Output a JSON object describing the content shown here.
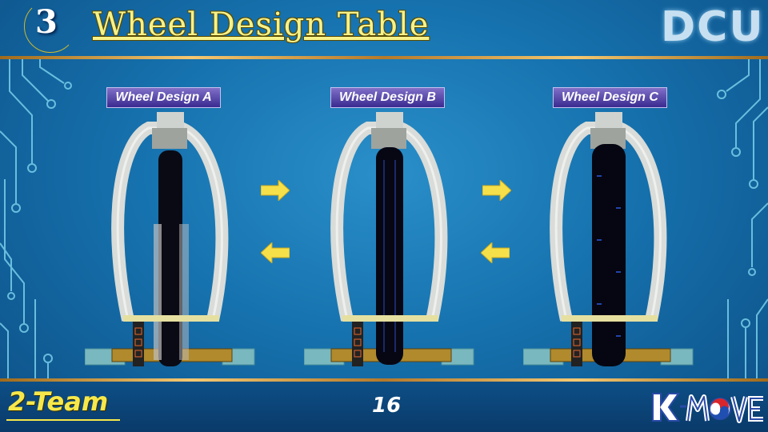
{
  "header": {
    "section_number": "3",
    "title": "Wheel Design Table",
    "logo_text": "DCU"
  },
  "designs": [
    {
      "label": "Wheel Design A"
    },
    {
      "label": "Wheel Design B"
    },
    {
      "label": "Wheel Design C"
    }
  ],
  "footer": {
    "team_name": "2-Team",
    "page_number": "16",
    "brand_logo": "K-MOVE"
  },
  "colors": {
    "background": "#1672ae",
    "title_yellow": "#f6f28a",
    "gold_line": "#e0a850",
    "label_purple": "#3a2a90",
    "arrow_yellow": "#f6e04a"
  },
  "icons": [
    "crescent-moon-icon",
    "right-arrow-icon",
    "left-arrow-icon"
  ]
}
